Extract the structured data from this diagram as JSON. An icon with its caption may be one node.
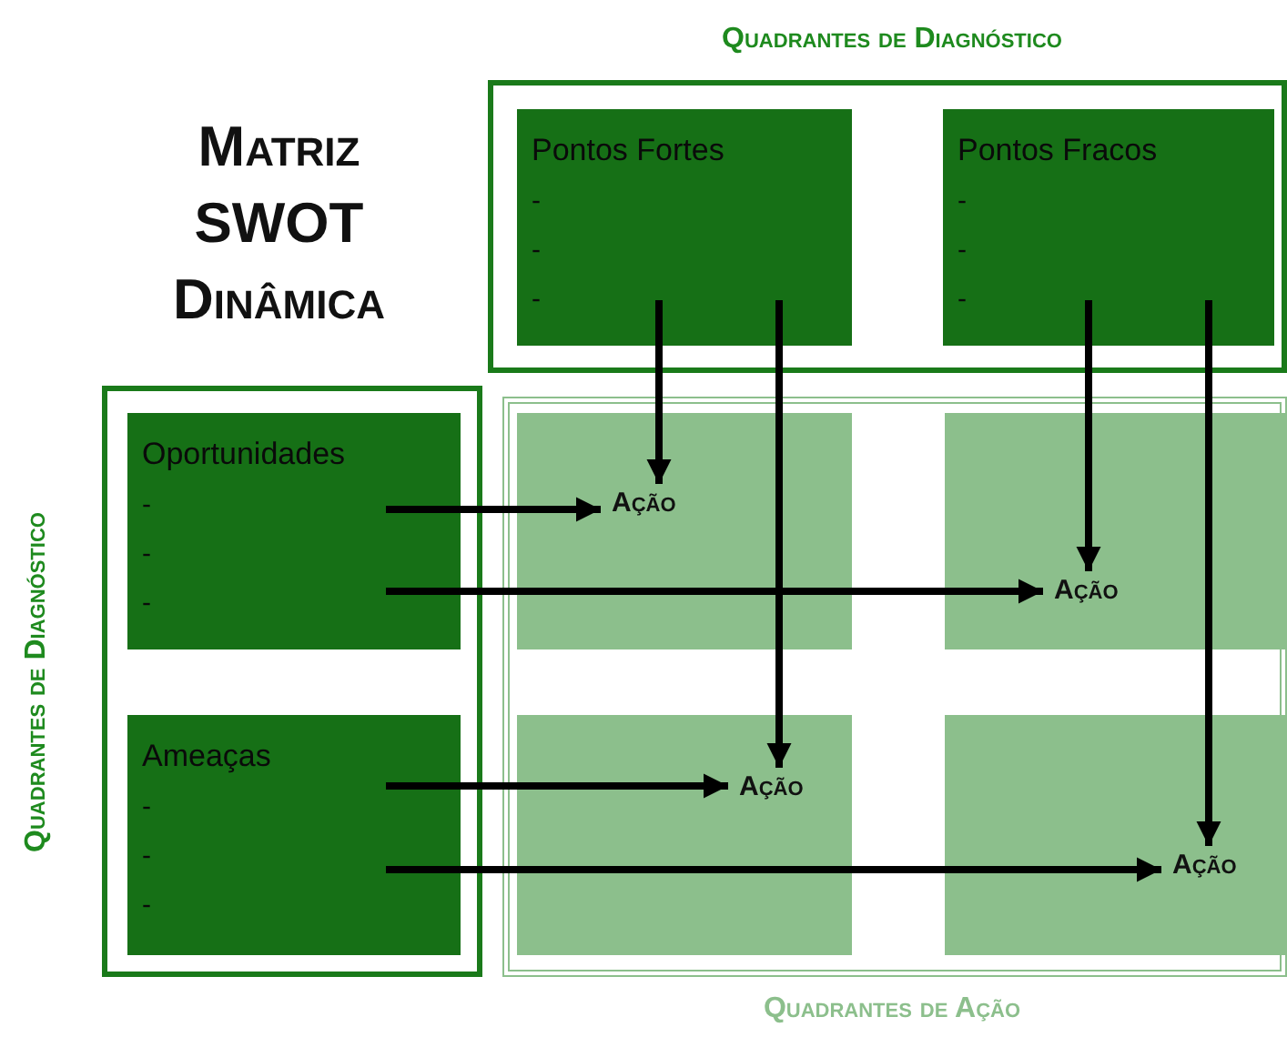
{
  "diagram": {
    "title": "Matriz SWOT Dinâmica",
    "nodes": [
      {
        "text": [
          "Quadrantes de Diagnóstico"
        ]
      },
      {
        "text": [
          "Pontos Fortes",
          "-",
          "-",
          "-"
        ],
        "in": 0
      },
      {
        "text": [
          "Pontos Fracos",
          "-",
          "-",
          "-"
        ],
        "in": 0
      },
      {
        "text": [
          "Quadrantes de Diagnóstico"
        ]
      },
      {
        "text": [
          "Oportunidades",
          "-",
          "-",
          "-"
        ],
        "in": 3
      },
      {
        "text": [
          "Ameaças",
          "-",
          "-",
          "-"
        ],
        "in": 3
      },
      {
        "text": [
          "Quadrantes de Ação"
        ]
      },
      {
        "text": [],
        "shape": "box",
        "in": 6
      },
      {
        "text": [],
        "shape": "box",
        "in": 6
      },
      {
        "text": [],
        "shape": "box",
        "in": 6
      },
      {
        "text": [],
        "shape": "box",
        "in": 6
      },
      {
        "text": [
          "Ação"
        ],
        "in": 7
      },
      {
        "text": [
          "Ação"
        ],
        "in": 8
      },
      {
        "text": [
          "Ação"
        ],
        "in": 9
      },
      {
        "text": [
          "Ação"
        ],
        "in": 10
      }
    ],
    "edges": [
      {
        "from": 1,
        "to": 11,
        "arrow": "to"
      },
      {
        "from": 1,
        "to": 13,
        "arrow": "to"
      },
      {
        "from": 2,
        "to": 12,
        "arrow": "to"
      },
      {
        "from": 2,
        "to": 14,
        "arrow": "to"
      },
      {
        "from": 4,
        "to": 11,
        "arrow": "to"
      },
      {
        "from": 4,
        "to": 12,
        "arrow": "to"
      },
      {
        "from": 5,
        "to": 13,
        "arrow": "to"
      },
      {
        "from": 5,
        "to": 14,
        "arrow": "to"
      }
    ]
  }
}
